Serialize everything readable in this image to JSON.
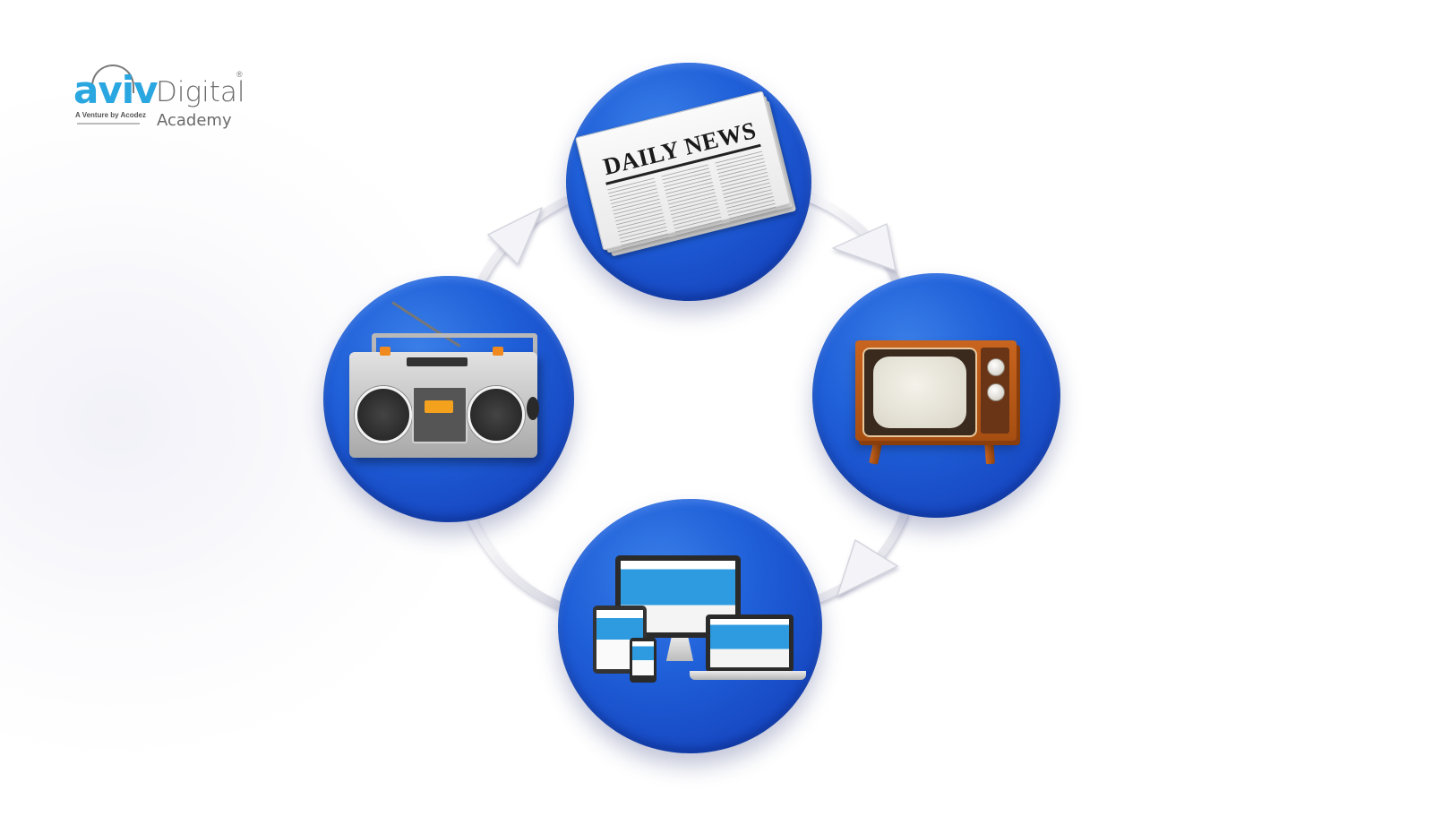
{
  "logo": {
    "brand_primary": "aviv",
    "brand_secondary": "Digital",
    "registered_mark": "®",
    "tagline": "A Venture by Acodez",
    "subtitle": "Academy",
    "colors": {
      "primary": "#2aa6e0",
      "secondary": "#6b6b6b"
    }
  },
  "diagram": {
    "type": "cycle",
    "direction": "clockwise",
    "node_color": "#1f5fd8",
    "connector_color": "#f2f2f6",
    "nodes": [
      {
        "id": "newspaper",
        "icon": "newspaper-icon",
        "label": "DAILY NEWS",
        "position": "top"
      },
      {
        "id": "television",
        "icon": "tv-icon",
        "position": "right"
      },
      {
        "id": "digital-devices",
        "icon": "devices-icon",
        "position": "bottom"
      },
      {
        "id": "radio",
        "icon": "radio-icon",
        "position": "left"
      }
    ],
    "edges": [
      {
        "from": "newspaper",
        "to": "television",
        "arrow": true
      },
      {
        "from": "television",
        "to": "digital-devices",
        "arrow": true
      },
      {
        "from": "digital-devices",
        "to": "radio",
        "arrow": false
      },
      {
        "from": "radio",
        "to": "newspaper",
        "arrow": true
      }
    ]
  }
}
